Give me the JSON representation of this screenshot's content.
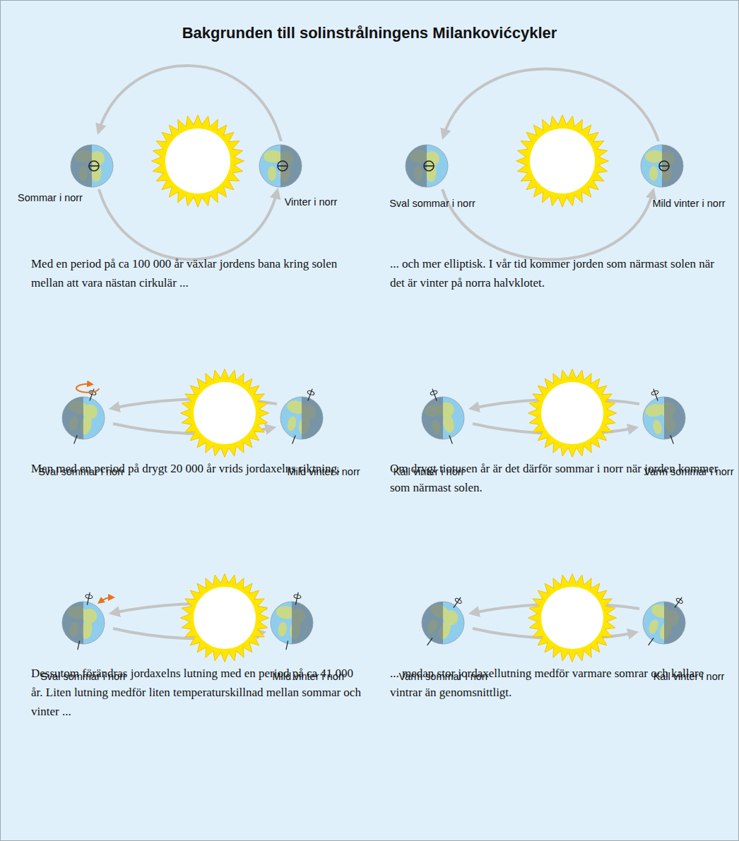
{
  "diagram": {
    "title": "Bakgrunden till solinstrålningens Milankovićcykler",
    "labels": [
      "Sommar i norr",
      "Vinter i norr",
      "Sval sommar i norr",
      "Mild vinter i norr",
      "Med en period på ca 100 000 år växlar jordens bana kring solen mellan att vara nästan cirkulär ...",
      "... och mer elliptisk. I vår tid kommer jorden som närmast solen när det är vinter på norra halvklotet.",
      "Sval sommar i norr",
      "Mild vinter i norr",
      "Kall vinter i norr",
      "Varm sommar i norr",
      "Men med en period på drygt 20 000 år vrids jordaxelns riktning.",
      "Om drygt tiotusen år är det därför sommar i norr när jorden kommer som närmast solen.",
      "Sval sommar i norr",
      "Mild vinter i norr",
      "Varm sommar i norr",
      "Kall vinter i norr",
      "Dessutom förändras jordaxelns lutning med en period på ca 41 000 år. Liten lutning medför liten temperaturskillnad mellan sommar och vinter ...",
      "... medan stor jordaxellutning medför varmare somrar och kallare vintrar än genomsnittligt."
    ]
  }
}
